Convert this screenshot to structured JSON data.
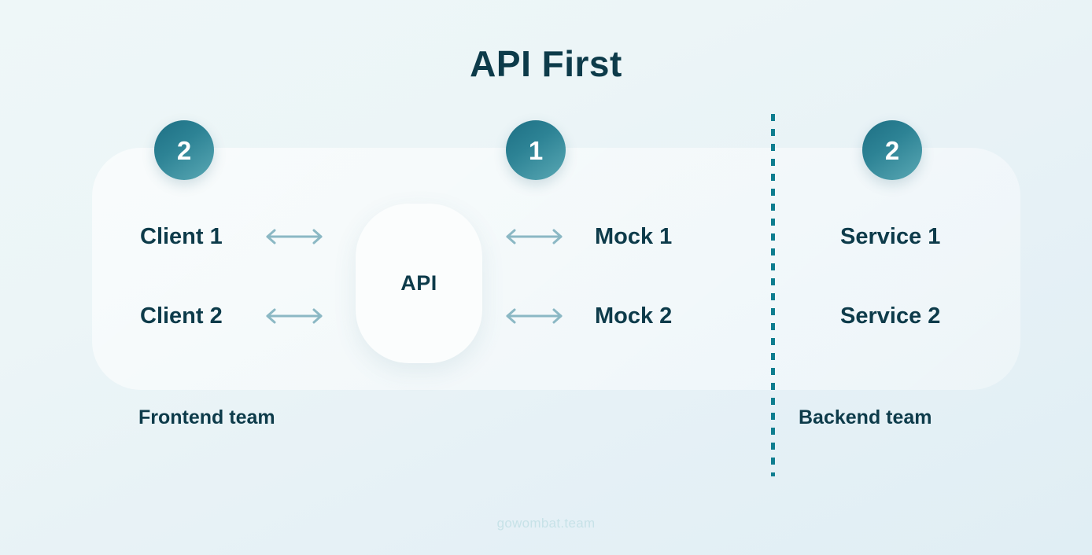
{
  "page": {
    "title": "API First",
    "footer_watermark": "gowombat.team",
    "background_color_top": "#eef7f8",
    "background_color_bottom": "#e0eef4",
    "text_color": "#0d3b4a",
    "accent_color": "#1d6f84",
    "divider_color": "#0e7d8f",
    "arrow_color": "#8bb8c4"
  },
  "badges": [
    {
      "number": "2",
      "name": "frontend-step"
    },
    {
      "number": "1",
      "name": "api-step"
    },
    {
      "number": "2",
      "name": "backend-step"
    }
  ],
  "nodes": {
    "clients": [
      {
        "label": "Client 1"
      },
      {
        "label": "Client 2"
      }
    ],
    "api": {
      "label": "API"
    },
    "mocks": [
      {
        "label": "Mock 1"
      },
      {
        "label": "Mock 2"
      }
    ],
    "services": [
      {
        "label": "Service 1"
      },
      {
        "label": "Service 2"
      }
    ]
  },
  "connectors": [
    {
      "name": "client-1-to-api",
      "type": "bidirectional-arrow"
    },
    {
      "name": "client-2-to-api",
      "type": "bidirectional-arrow"
    },
    {
      "name": "api-to-mock-1",
      "type": "bidirectional-arrow"
    },
    {
      "name": "api-to-mock-2",
      "type": "bidirectional-arrow"
    }
  ],
  "teams": {
    "left": "Frontend team",
    "right": "Backend team"
  }
}
